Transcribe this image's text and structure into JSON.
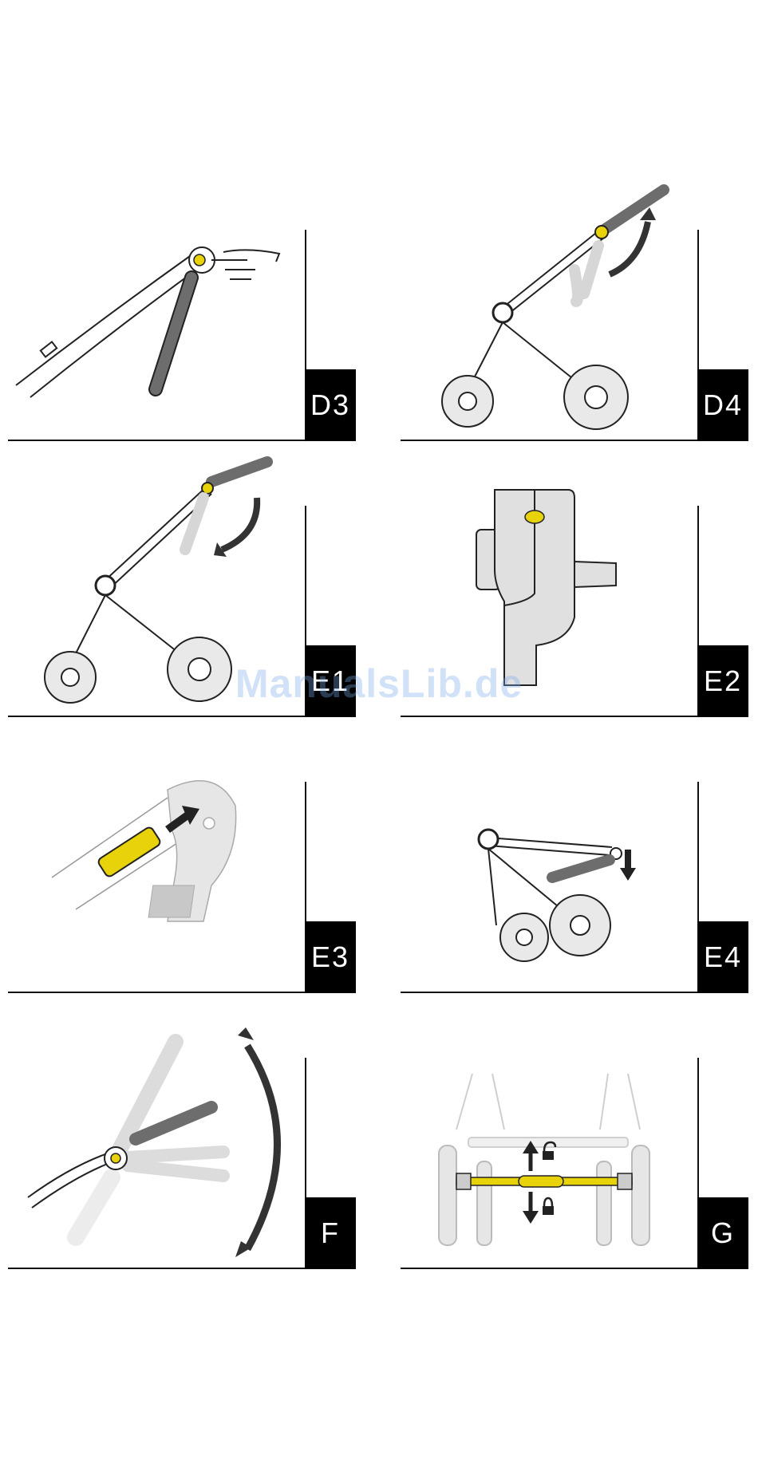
{
  "panels": [
    {
      "label": "D3"
    },
    {
      "label": "D4"
    },
    {
      "label": "E1"
    },
    {
      "label": "E2"
    },
    {
      "label": "E3"
    },
    {
      "label": "E4"
    },
    {
      "label": "F"
    },
    {
      "label": "G"
    }
  ],
  "watermark": "ManualsLib.de",
  "colors": {
    "accent": "#e8d20a",
    "frame": "#111111",
    "handle": "#6d6d6d",
    "ghost": "#d6d6d6"
  }
}
